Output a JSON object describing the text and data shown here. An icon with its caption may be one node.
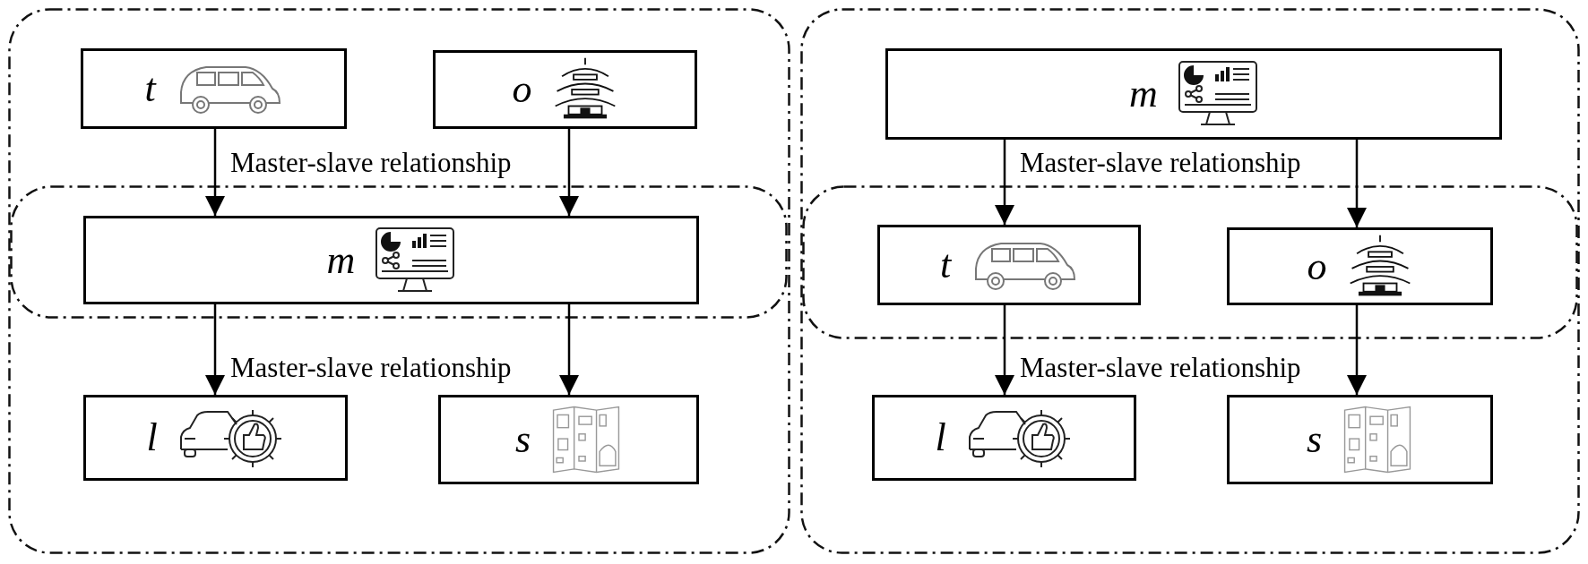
{
  "diagram": {
    "nodes": [
      {
        "text": [],
        "shape": "box"
      },
      {
        "text": [
          "t"
        ],
        "in": 0
      },
      {
        "text": [
          "o"
        ],
        "in": 0
      },
      {
        "text": [],
        "shape": "box",
        "in": 0
      },
      {
        "text": [
          "m"
        ],
        "in": 3
      },
      {
        "text": [
          "l"
        ],
        "in": 0
      },
      {
        "text": [
          "s"
        ],
        "in": 0
      },
      {
        "text": [],
        "shape": "box"
      },
      {
        "text": [
          "m"
        ],
        "in": 7
      },
      {
        "text": [],
        "shape": "box",
        "in": 7
      },
      {
        "text": [
          "t"
        ],
        "in": 9
      },
      {
        "text": [
          "o"
        ],
        "in": 9
      },
      {
        "text": [
          "l"
        ],
        "in": 7
      },
      {
        "text": [
          "s"
        ],
        "in": 7
      }
    ],
    "edges": [
      {
        "from": 1,
        "to": 4,
        "arrow": "to"
      },
      {
        "from": 2,
        "to": 4,
        "arrow": "to"
      },
      {
        "from": 4,
        "to": 5,
        "arrow": "to"
      },
      {
        "from": 4,
        "to": 6,
        "arrow": "to"
      },
      {
        "from": 8,
        "to": 10,
        "arrow": "to"
      },
      {
        "from": 8,
        "to": 11,
        "arrow": "to"
      },
      {
        "from": 10,
        "to": 12,
        "arrow": "to"
      },
      {
        "from": 11,
        "to": 13,
        "arrow": "to"
      }
    ],
    "labels": [
      "Master-slave relationship",
      "Master-slave relationship",
      "Master-slave relationship",
      "Master-slave relationship"
    ]
  }
}
